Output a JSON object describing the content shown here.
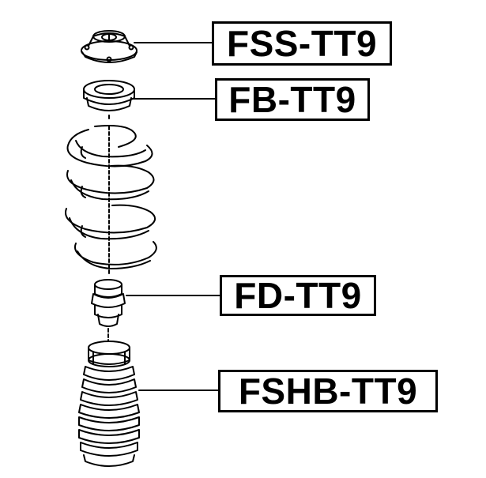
{
  "parts": [
    {
      "id": "fss",
      "label": "FSS-TT9",
      "component": "strut mount"
    },
    {
      "id": "fb",
      "label": "FB-TT9",
      "component": "strut mount bearing"
    },
    {
      "id": "fd",
      "label": "FD-TT9",
      "component": "bump stop"
    },
    {
      "id": "fshb",
      "label": "FSHB-TT9",
      "component": "shock absorber boot"
    }
  ],
  "colors": {
    "line": "#000000",
    "background": "#ffffff"
  }
}
